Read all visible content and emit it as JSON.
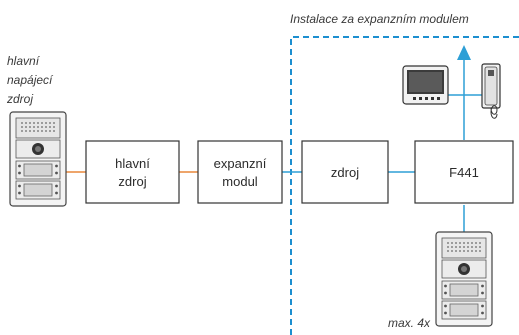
{
  "labels": {
    "expansion_area": "Instalace za expanzním modulem",
    "psu_caption_line1": "hlavní",
    "psu_caption_line2": "napájecí",
    "psu_caption_line3": "zdroj",
    "max_caption": "max. 4x"
  },
  "boxes": {
    "main_psu": [
      "hlavní",
      "zdroj"
    ],
    "expansion": [
      "expanzní",
      "modul"
    ],
    "psu": [
      "zdroj"
    ],
    "f441": [
      "F441"
    ]
  },
  "colors": {
    "orange_wire": "#e8873a",
    "blue_wire": "#2e9fd6",
    "dashed_border": "#1c8fd0"
  }
}
